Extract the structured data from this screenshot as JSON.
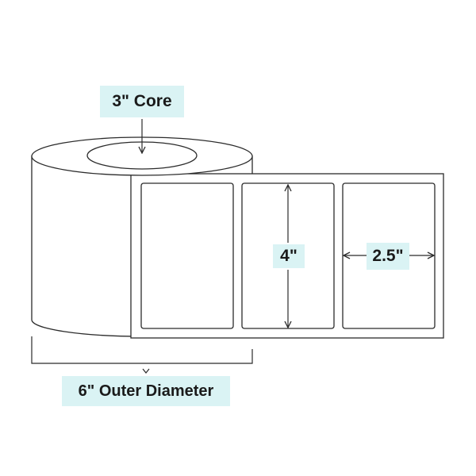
{
  "callouts": {
    "core": "3\" Core",
    "outer_diameter": "6\" Outer Diameter",
    "label_height": "4\"",
    "label_width": "2.5\""
  },
  "colors": {
    "callout_bg": "#daf3f4",
    "stroke": "#2b2b2b",
    "background": "#ffffff"
  },
  "roll": {
    "label_count": 3
  }
}
